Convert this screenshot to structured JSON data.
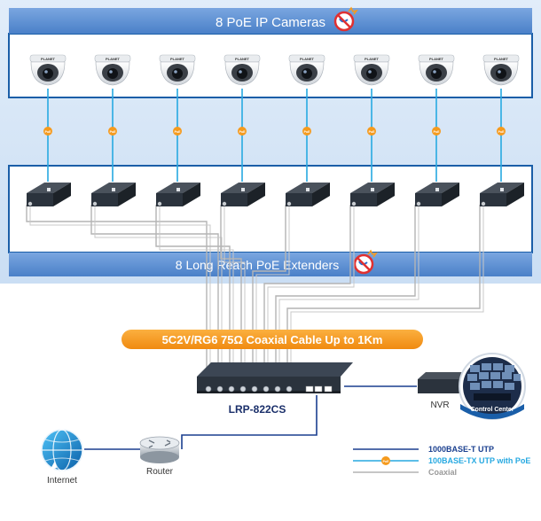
{
  "cameras_panel": {
    "title": "8 PoE IP Cameras",
    "camera_count": 8
  },
  "extenders_panel": {
    "title": "8 Long Reach PoE Extenders",
    "extender_count": 8
  },
  "poe_badge_text": "PoE",
  "camera_brand": "PLANET",
  "cable_banner": "5C2V/RG6 75Ω Coaxial Cable Up to 1Km",
  "switch": {
    "label": "LRP-822CS"
  },
  "nvr": {
    "label": "NVR"
  },
  "control_center": {
    "label": "Control Center"
  },
  "internet": {
    "label": "Internet"
  },
  "router": {
    "label": "Router"
  },
  "legend": [
    {
      "key": "utp1000",
      "label": "1000BASE-T UTP",
      "color": "#1a3f8f"
    },
    {
      "key": "utp100poe",
      "label": "100BASE-TX UTP with PoE",
      "color": "#27a9e1"
    },
    {
      "key": "coax",
      "label": "Coaxial",
      "color": "#b4b4b4"
    }
  ],
  "colors": {
    "panel_blue": "#1a5ea8",
    "panel_fill": "#ffffff",
    "banner_blue": "#5b8fd4",
    "orange": "#f59a1d",
    "poe_line": "#27a9e1",
    "utp_line": "#1a3f8f",
    "coax_line": "#b4b4b4"
  }
}
